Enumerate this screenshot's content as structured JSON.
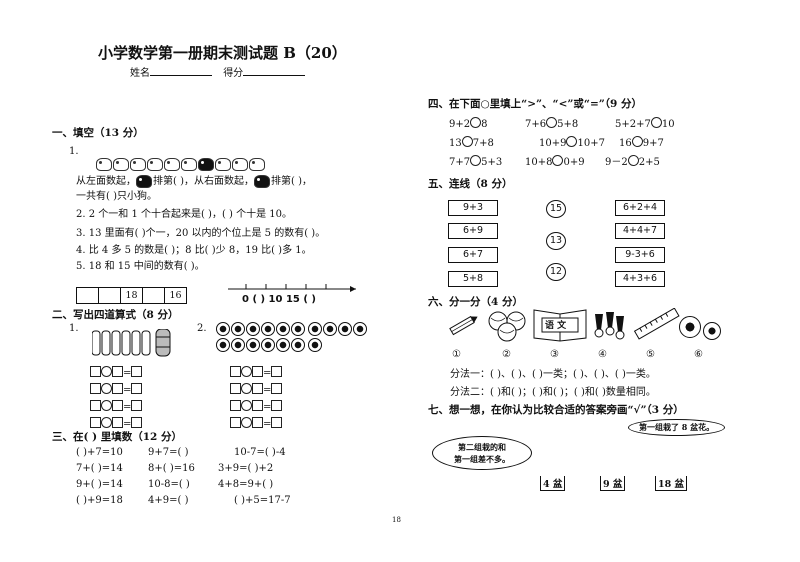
{
  "header": {
    "title": "小学数学第一册期末测试题 B（20）",
    "name_label": "姓名",
    "score_label": "得分"
  },
  "s1": {
    "heading": "一、填空（13 分）",
    "q1_num": "1.",
    "q1_line1": "从左面数起，",
    "q1_line1b": "排第(      )，从右面数起，",
    "q1_line1c": "排第(      )，",
    "q1_line2": "一共有(      )只小狗。",
    "q2": "2. 2 个一和 1 个十合起来是(      )，(      ) 个十是 10。",
    "q3": "3. 13 里面有(      )个一，20 以内的个位上是 5 的数有(      )。",
    "q4": "4. 比 4 多 5 的数是(      )；8 比(      )少 8，19 比(      )多 1。",
    "q5": "5.  18 和 15 中间的数有(          )。",
    "table_cells": [
      "",
      "",
      "18",
      "",
      "16"
    ],
    "numberline": "0  (  )  10   15  (  )"
  },
  "s2": {
    "heading": "二、写出四道算式（8 分）",
    "q1_num": "1.",
    "q2_num": "2."
  },
  "s3": {
    "heading": "三、在(    ) 里填数（12 分）",
    "rows": [
      [
        "(      )+7=10",
        "9+7=(      )",
        "10-7=(      )-4"
      ],
      [
        "7+(      )=14",
        "8+(      )=16",
        "3+9=(      )+2"
      ],
      [
        "9+(      )=14",
        "10-8=(      )",
        "4+8=9+(      )"
      ],
      [
        "(      )+9=18",
        "4+9=(      )",
        "(      )+5=17-7"
      ]
    ]
  },
  "s4": {
    "heading": "四、在下面○里填上“>”、“<”或“=”（9 分）",
    "rows": [
      [
        "9+2",
        "8",
        "7+6",
        "5+8",
        "5+2+7",
        "10"
      ],
      [
        "13",
        "7+8",
        "10+9",
        "10+7",
        "16",
        "9+7"
      ],
      [
        "7+7",
        "5+3",
        "10+8",
        "0+9",
        "9－2",
        "2+5"
      ]
    ]
  },
  "s5": {
    "heading": "五、连线（8 分）",
    "left": [
      "9+3",
      "6+9",
      "6+7",
      "5+8"
    ],
    "middle": [
      "15",
      "13",
      "12"
    ],
    "right": [
      "6+2+4",
      "4+4+7",
      "9-3+6",
      "4+3+6"
    ]
  },
  "s6": {
    "heading": "六、分一分（4 分）",
    "book_label": "语 文",
    "numbers": [
      "①",
      "②",
      "③",
      "④",
      "⑤",
      "⑥"
    ],
    "method1": "分法一：(      )、(      )、(      )一类；(      )、(      )、(      )一类。",
    "method2": "分法二：(      )和(      )；(      )和(      )；(      )和(      )数量相同。"
  },
  "s7": {
    "heading": "七、想一想，在你认为比较合适的答案旁画“√”（3 分）",
    "bubble_right": "第一组栽了 8 盆花。",
    "bubble_left_1": "第二组栽的和",
    "bubble_left_2": "第一组差不多。",
    "answers": [
      "4 盆",
      "9 盆",
      "18 盆"
    ]
  },
  "page_number": "18"
}
